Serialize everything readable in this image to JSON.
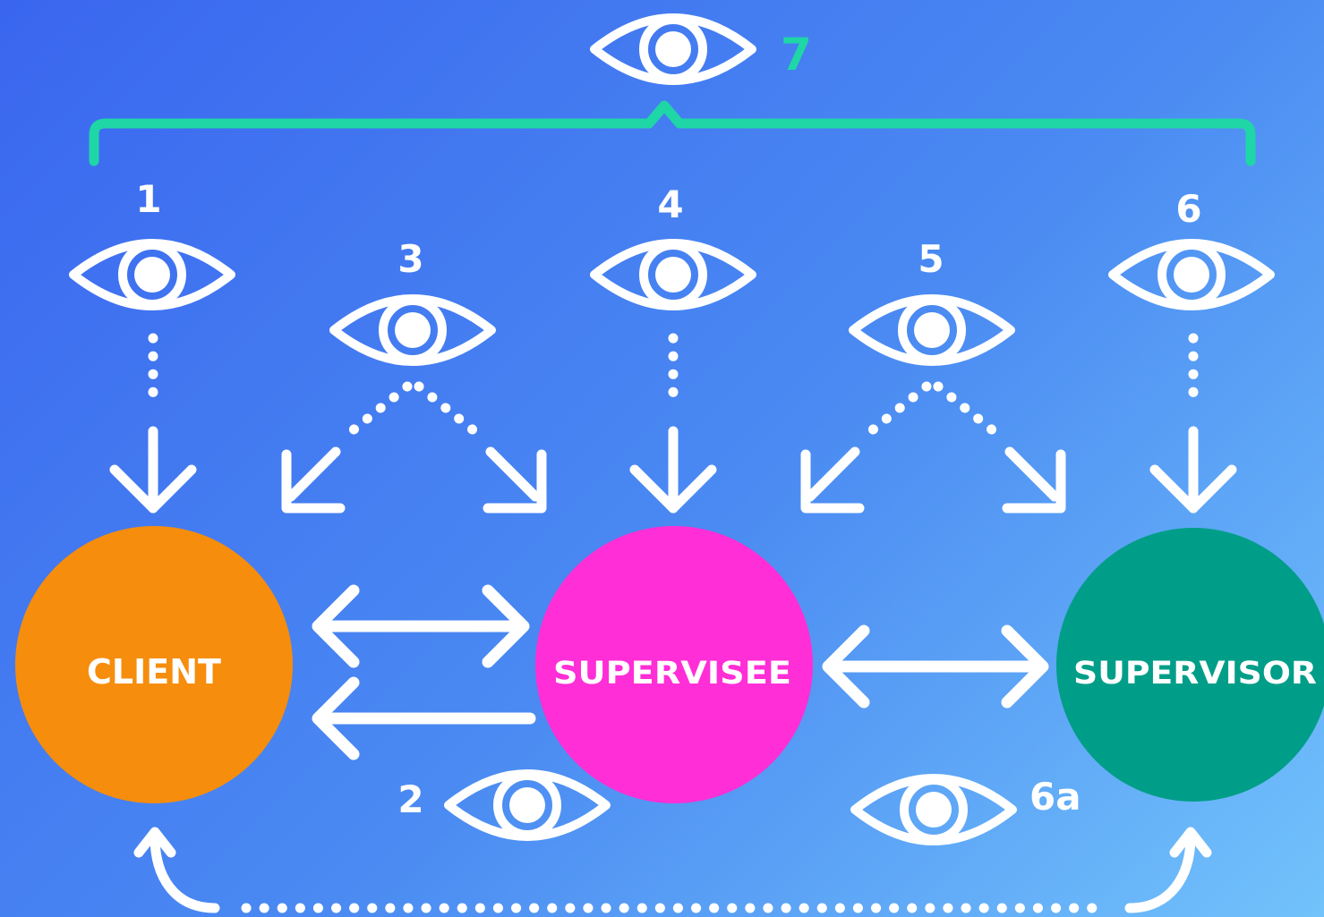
{
  "colors": {
    "client": "#f68d0d",
    "supervisee": "#ff2ed6",
    "supervisor": "#009e88",
    "bracket": "#1fd6a6",
    "line": "#ffffff"
  },
  "nodes": {
    "client": "CLIENT",
    "supervisee": "SUPERVISEE",
    "supervisor": "SUPERVISOR"
  },
  "labels": {
    "n1": "1",
    "n2": "2",
    "n3": "3",
    "n4": "4",
    "n5": "5",
    "n6": "6",
    "n6a": "6a",
    "n7": "7"
  },
  "icons": [
    "eye-icon",
    "arrow-icon"
  ]
}
